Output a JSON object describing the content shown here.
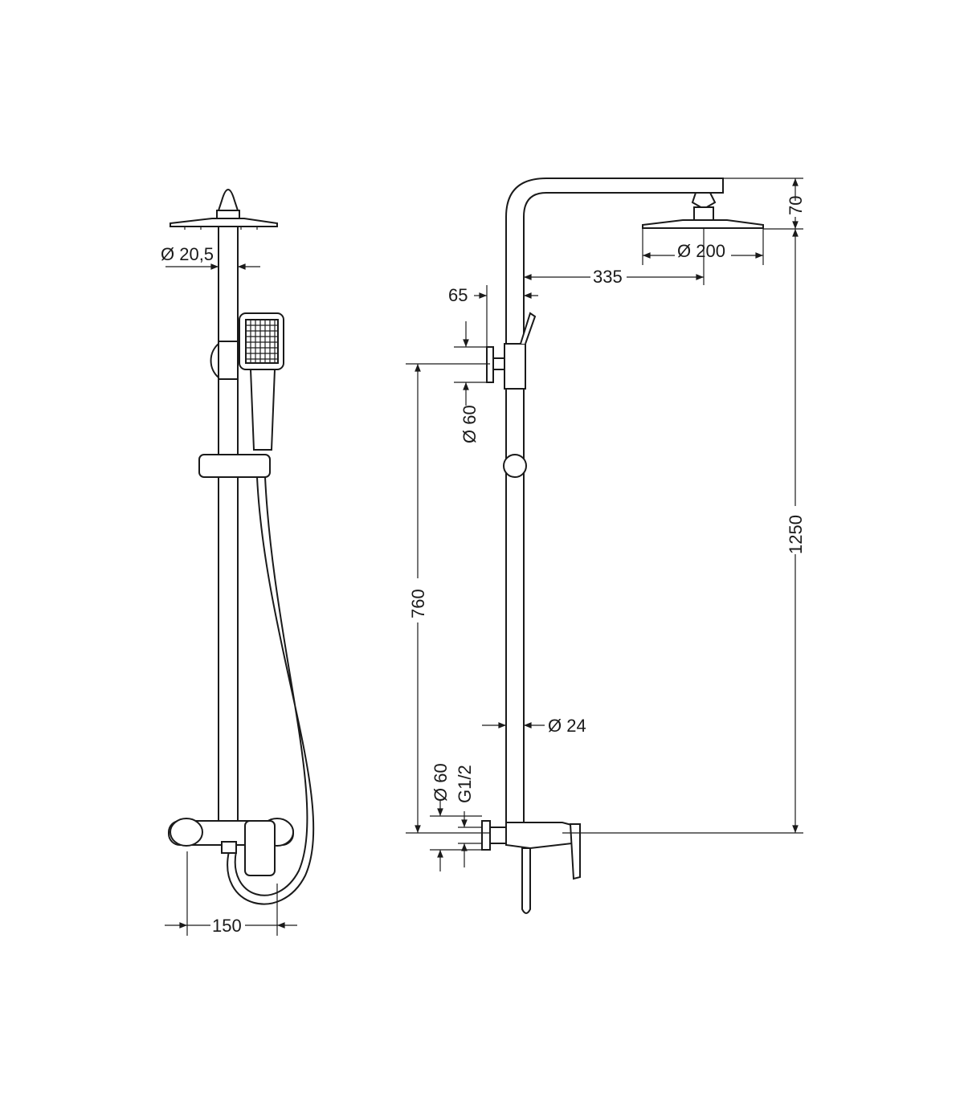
{
  "colors": {
    "line": "#1a1a1a",
    "background": "#ffffff"
  },
  "front_view": {
    "dim_rod_diameter": "Ø 20,5",
    "dim_wall_spacing": "150"
  },
  "side_view": {
    "dim_wall_offset": "65",
    "dim_arm_reach": "335",
    "dim_head_diameter": "Ø 200",
    "dim_head_height": "70",
    "dim_total_height": "1250",
    "dim_bracket_diameter": "Ø 60",
    "dim_bracket_height": "760",
    "dim_pipe_diameter": "Ø 24",
    "dim_flange_diameter": "Ø 60",
    "dim_thread": "G1/2"
  }
}
